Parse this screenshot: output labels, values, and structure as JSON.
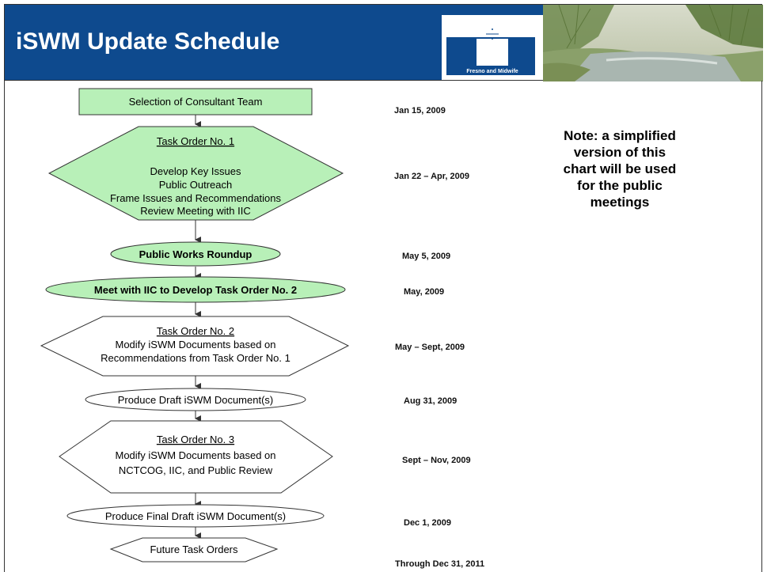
{
  "header": {
    "title": "iSWM Update Schedule",
    "logo_text": "Fresno and Midwife",
    "photo": "river-landscape-photo",
    "bar_color": "#0e4a8e"
  },
  "colors": {
    "green": "#b8f0b8",
    "accent": "#0e4a8e"
  },
  "flow": {
    "selection": "Selection of Consultant Team",
    "task1": {
      "title": "Task Order No. 1",
      "lines": [
        "Develop Key Issues",
        "Public Outreach",
        "Frame Issues and Recommendations",
        "Review Meeting with IIC"
      ]
    },
    "roundup": "Public Works Roundup",
    "meet": "Meet with IIC to Develop Task Order No. 2",
    "task2": {
      "title": "Task Order No. 2",
      "lines": [
        "Modify iSWM Documents based on",
        "Recommendations from Task Order No. 1"
      ]
    },
    "draft": "Produce Draft iSWM Document(s)",
    "task3": {
      "title": "Task Order No. 3",
      "lines": [
        "Modify iSWM Documents based on",
        "NCTCOG, IIC, and Public Review"
      ]
    },
    "final": "Produce Final Draft iSWM Document(s)",
    "future": "Future Task Orders"
  },
  "dates": {
    "d1": "Jan 15, 2009",
    "d2": "Jan 22 – Apr, 2009",
    "d3": "May 5, 2009",
    "d4": "May, 2009",
    "d5": "May – Sept, 2009",
    "d6": "Aug 31, 2009",
    "d7": "Sept – Nov, 2009",
    "d8": "Dec 1, 2009",
    "d9": "Through Dec 31, 2011"
  },
  "note": "Note: a simplified version of this chart will be used for the public meetings"
}
